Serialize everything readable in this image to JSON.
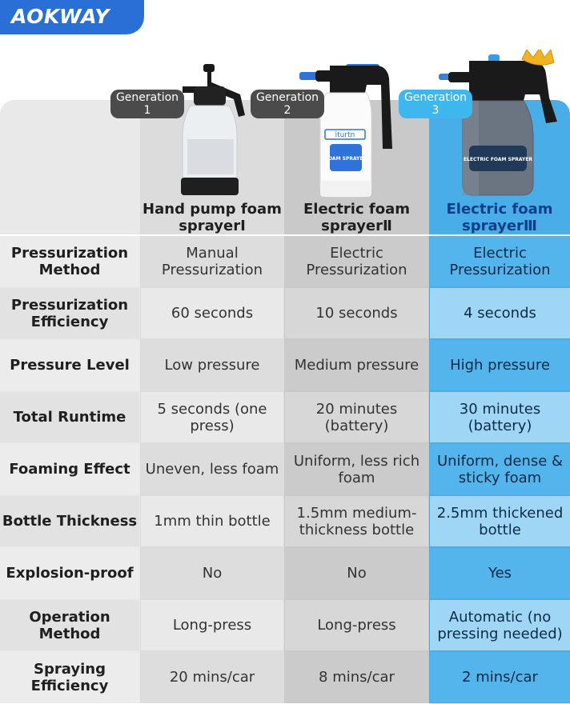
{
  "brand": {
    "logo": "AOKWAY"
  },
  "generations": [
    {
      "label": "Generation",
      "number": "1",
      "name": "Hand pump foam sprayerⅠ"
    },
    {
      "label": "Generation",
      "number": "2",
      "name": "Electric foam sprayerⅡ"
    },
    {
      "label": "Generation",
      "number": "3",
      "name": "Electric foam sprayerⅢ"
    }
  ],
  "bottle_text": {
    "gen2_brand": "iturtn",
    "gen2_label": "FOAM SPRAYER",
    "gen3_label": "ELECTRIC FOAM SPRAYER"
  },
  "rows": [
    {
      "label": "Pressurization Method",
      "v1": "Manual Pressurization",
      "v2": "Electric Pressurization",
      "v3": "Electric Pressurization"
    },
    {
      "label": "Pressurization Efficiency",
      "v1": "60 seconds",
      "v2": "10 seconds",
      "v3": "4 seconds"
    },
    {
      "label": "Pressure Level",
      "v1": "Low pressure",
      "v2": "Medium pressure",
      "v3": "High pressure"
    },
    {
      "label": "Total Runtime",
      "v1": "5 seconds (one press)",
      "v2": "20 minutes (battery)",
      "v3": "30 minutes (battery)"
    },
    {
      "label": "Foaming Effect",
      "v1": "Uneven, less foam",
      "v2": "Uniform, less rich foam",
      "v3": "Uniform, dense & sticky foam"
    },
    {
      "label": "Bottle Thickness",
      "v1": "1mm thin bottle",
      "v2": "1.5mm medium-thickness bottle",
      "v3": "2.5mm thickened bottle"
    },
    {
      "label": "Explosion-proof",
      "v1": "No",
      "v2": "No",
      "v3": "Yes"
    },
    {
      "label": "Operation Method",
      "v1": "Long-press",
      "v2": "Long-press",
      "v3": "Automatic (no pressing needed)"
    },
    {
      "label": "Spraying Efficiency",
      "v1": "20 mins/car",
      "v2": "8 mins/car",
      "v3": "2 mins/car"
    }
  ],
  "colors": {
    "brand_blue": "#2a6fd6",
    "gen3_blue": "#3db7ee",
    "gen3_column": "#49aee8"
  }
}
